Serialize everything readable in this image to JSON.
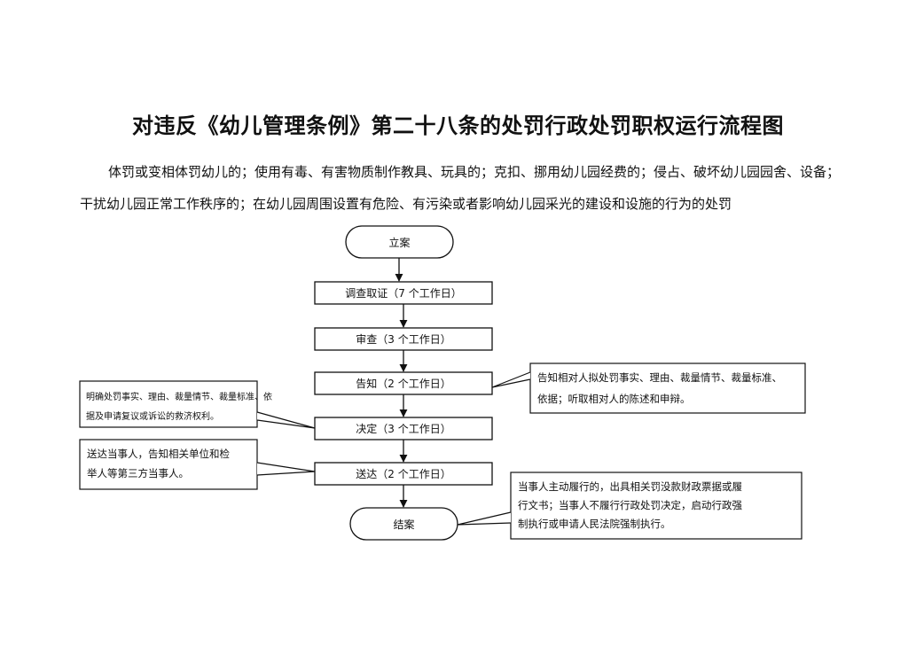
{
  "title": "对违反《幼儿管理条例》第二十八条的处罚行政处罚职权运行流程图",
  "description": "体罚或变相体罚幼儿的；使用有毒、有害物质制作教具、玩具的；克扣、挪用幼儿园经费的；侵占、破坏幼儿园园舍、设备；干扰幼儿园正常工作秩序的；在幼儿园周围设置有危险、有污染或者影响幼儿园采光的建设和设施的行为的处罚",
  "flow": {
    "start": "立案",
    "steps": [
      "调查取证（7 个工作日）",
      "审查（3 个工作日）",
      "告知（2 个工作日）",
      "决定（3 个工作日）",
      "送达（2 个工作日）"
    ],
    "end": "结案"
  },
  "notes": {
    "inform": {
      "line1": "告知相对人拟处罚事实、理由、裁量情节、裁量标准、",
      "line2": "依据；听取相对人的陈述和申辩。"
    },
    "decision": {
      "line1": "明确处罚事实、理由、裁量情节、裁量标准、依",
      "line2": "据及申请复议或诉讼的救济权利。"
    },
    "delivery": {
      "line1": "送达当事人，告知相关单位和检",
      "line2": "举人等第三方当事人。"
    },
    "closing": {
      "line1": "当事人主动履行的，出具相关罚没款财政票据或履",
      "line2": "行文书；当事人不履行行政处罚决定，启动行政强",
      "line3": "制执行或申请人民法院强制执行。"
    }
  }
}
